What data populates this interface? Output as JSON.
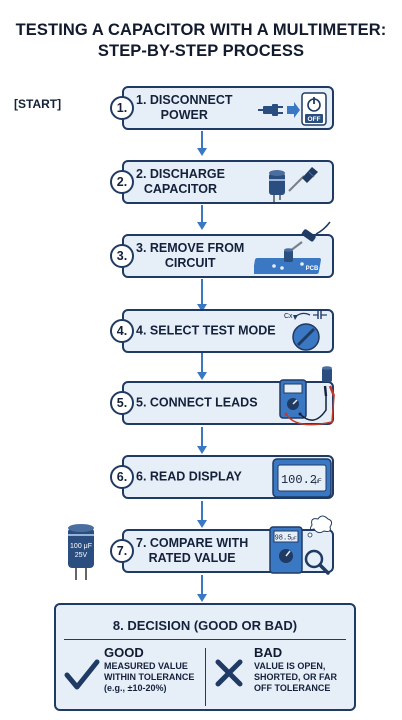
{
  "title": "TESTING A CAPACITOR WITH A MULTIMETER:\nSTEP-BY-STEP PROCESS",
  "start_label": "[START]",
  "steps": [
    {
      "number": "1.",
      "label": "1. DISCONNECT\nPOWER"
    },
    {
      "number": "2.",
      "label": "2. DISCHARGE\nCAPACITOR"
    },
    {
      "number": "3.",
      "label": "3. REMOVE FROM\nCIRCUIT"
    },
    {
      "number": "4.",
      "label": "4. SELECT TEST MODE"
    },
    {
      "number": "5.",
      "label": "5. CONNECT LEADS"
    },
    {
      "number": "6.",
      "label": "6. READ DISPLAY"
    },
    {
      "number": "7.",
      "label": "7. COMPARE WITH\nRATED VALUE"
    }
  ],
  "icon_text": {
    "off": "OFF",
    "pcb": "PCB",
    "cx": "Cx",
    "display_reading": "100.2",
    "display_unit": "μF",
    "compare_reading": "98.5",
    "compare_unit": "μF",
    "cap_value": "100 μF",
    "cap_voltage": "25V"
  },
  "icons": [
    "power-plug-off-icon",
    "capacitor-screwdriver-icon",
    "soldering-iron-pcb-icon",
    "selector-dial-icon",
    "multimeter-leads-icon",
    "display-icon",
    "multimeter-magnifier-icon",
    "capacitor-icon"
  ],
  "decision": {
    "title": "8. DECISION (GOOD OR BAD)",
    "good": {
      "title": "GOOD",
      "desc": "MEASURED VALUE\nWITHIN TOLERANCE\n(e.g., ±10-20%)"
    },
    "bad": {
      "title": "BAD",
      "desc": "VALUE IS OPEN,\nSHORTED, OR FAR\nOFF TOLERANCE"
    }
  },
  "colors": {
    "accent": "#3b78c4",
    "border": "#1f3a63",
    "box_fill": "#e6eef8"
  }
}
